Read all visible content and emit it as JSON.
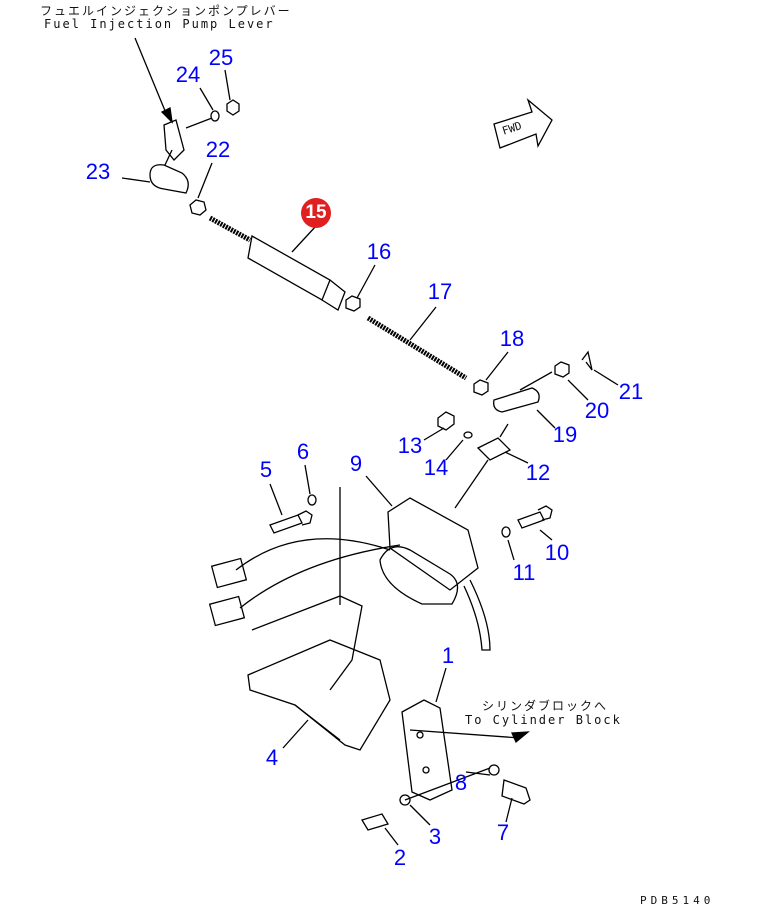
{
  "captions": {
    "lever_jp": "フュエルインジェクションポンプレバー",
    "lever_en": "Fuel Injection Pump Lever",
    "block_jp": "シリンダブロックへ",
    "block_en": "To Cylinder Block",
    "fwd": "FWD"
  },
  "drawing_code": "PDB5140",
  "highlighted_part": "15",
  "callouts": [
    "1",
    "2",
    "3",
    "4",
    "5",
    "6",
    "7",
    "8",
    "9",
    "10",
    "11",
    "12",
    "13",
    "14",
    "16",
    "17",
    "18",
    "19",
    "20",
    "21",
    "22",
    "23",
    "24",
    "25"
  ],
  "colors": {
    "callout": "#0000ff",
    "highlight": "#e02020",
    "line": "#000000"
  }
}
